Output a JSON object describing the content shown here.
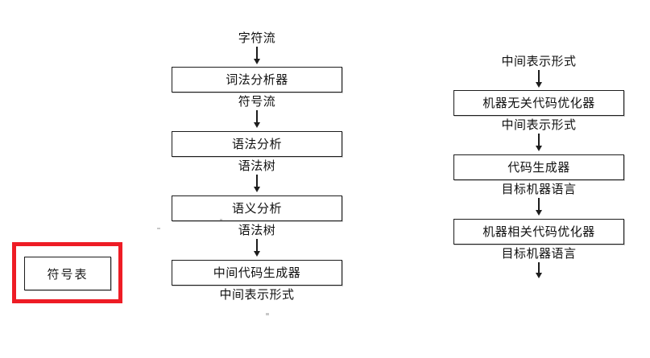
{
  "diagram": {
    "title": "Compiler Phases Flow Diagram",
    "highlight_color": "#ee1c25",
    "line_color": "#1d1d1d",
    "background": "#ffffff",
    "left_column": {
      "name": "front-end-phases",
      "top_label": "字符流",
      "nodes": [
        {
          "label": "词法分析器",
          "out_label": "符号流"
        },
        {
          "label": "语法分析",
          "out_label": "语法树"
        },
        {
          "label": "语义分析",
          "out_label": "语法树"
        },
        {
          "label": "中间代码生成器",
          "out_label": "中间表示形式"
        }
      ]
    },
    "right_column": {
      "name": "back-end-phases",
      "top_label": "中间表示形式",
      "nodes": [
        {
          "label": "机器无关代码优化器",
          "out_label": "中间表示形式"
        },
        {
          "label": "代码生成器",
          "out_label": "目标机器语言"
        },
        {
          "label": "机器相关代码优化器",
          "out_label": "目标机器语言"
        }
      ]
    },
    "symbol_table": {
      "name": "symbol-table",
      "label": "符号表",
      "highlighted": true
    }
  }
}
